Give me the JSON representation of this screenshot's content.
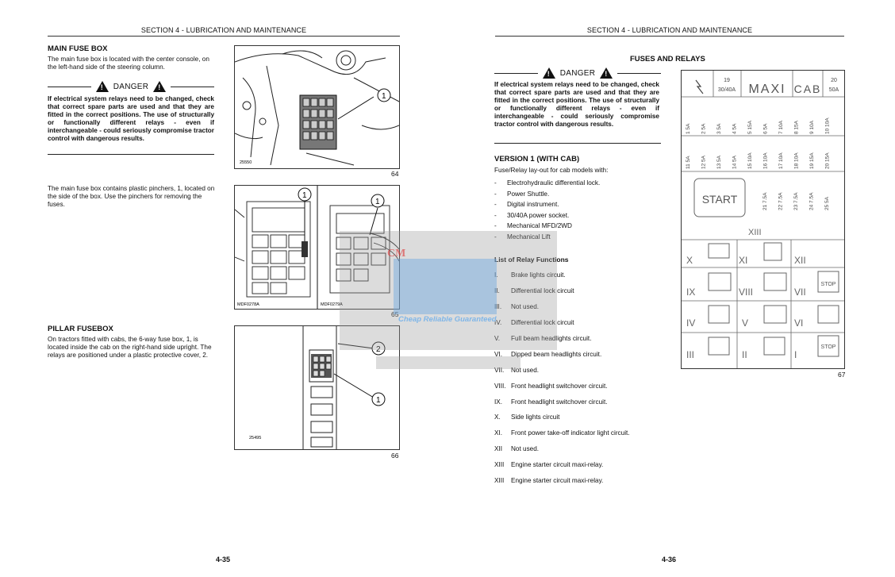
{
  "left_page": {
    "header": "SECTION 4 - LUBRICATION AND MAINTENANCE",
    "main_fuse_box": {
      "title": "MAIN FUSE BOX",
      "body": "The main fuse box is located with the center console, on the left-hand side of the steering column."
    },
    "danger": {
      "label": "DANGER",
      "text": "If electrical system relays need to be changed, check that correct spare parts are used and that they are fitted in the correct positions. The use of structurally or functionally different relays - even if interchangeable - could seriously compromise tractor control with dangerous results."
    },
    "pinchers_text": "The main fuse box contains plastic pinchers, 1, located on the side of the box. Use the pinchers for removing the fuses.",
    "pillar_fusebox": {
      "title": "PILLAR FUSEBOX",
      "body": "On tractors fitted with cabs, the 6-way fuse box, 1, is located inside the cab on the right-hand side upright. The relays are positioned under a plastic protective cover, 2."
    },
    "fig64": {
      "number": "64",
      "code": "25550",
      "callout": "1"
    },
    "fig65": {
      "number": "65",
      "code_a": "MDF0278A",
      "code_b": "MDF0279A",
      "callout_a": "1",
      "callout_b": "1"
    },
    "fig66": {
      "number": "66",
      "code": "25495",
      "callout_1": "1",
      "callout_2": "2"
    },
    "page_number": "4-35"
  },
  "right_page": {
    "header": "SECTION 4 - LUBRICATION AND MAINTENANCE",
    "title": "FUSES AND RELAYS",
    "danger": {
      "label": "DANGER",
      "text": "If electrical system relays need to be changed, check that correct spare parts are used and that they are fitted in the correct positions. The use of structurally or functionally different relays - even if interchangeable - could seriously compromise tractor control with dangerous results."
    },
    "version1": {
      "title": "VERSION 1 (WITH CAB)",
      "intro": "Fuse/Relay lay-out for cab models with:",
      "items": [
        "Electrohydraulic differential lock.",
        "Power Shuttle.",
        "Digital instrument.",
        "30/40A power socket.",
        "Mechanical MFD/2WD",
        "Mechanical Lift"
      ]
    },
    "relay_list": {
      "title": "List of Relay Functions",
      "items": [
        {
          "num": "I.",
          "text": "Brake lights circuit."
        },
        {
          "num": "II.",
          "text": "Differential lock circuit"
        },
        {
          "num": "III.",
          "text": "Not used."
        },
        {
          "num": "IV.",
          "text": "Differential lock circuit"
        },
        {
          "num": "V.",
          "text": "Full beam headlights circuit."
        },
        {
          "num": "VI.",
          "text": "Dipped beam headlights circuit."
        },
        {
          "num": "VII.",
          "text": "Not used."
        },
        {
          "num": "VIII.",
          "text": "Front headlight switchover circuit."
        },
        {
          "num": "IX.",
          "text": "Front headlight switchover circuit."
        },
        {
          "num": "X.",
          "text": "Side lights circuit"
        },
        {
          "num": "XI.",
          "text": "Front power take-off indicator light circuit."
        },
        {
          "num": "XII",
          "text": "Not used."
        },
        {
          "num": "XIII",
          "text": "Engine starter circuit maxi-relay."
        },
        {
          "num": "XIII",
          "text": "Engine starter circuit maxi-relay."
        }
      ]
    },
    "fuse_diagram": {
      "maxi_label": "MAXI",
      "cab_label": "CAB",
      "fuse19_num": "19",
      "fuse19_rating": "30/40A",
      "fuse20_num": "20",
      "fuse20_rating": "50A",
      "start_label": "START",
      "relay_xiii": "XIII",
      "relay_x": "X",
      "relay_xi": "XI",
      "relay_xii": "XII",
      "relay_ix": "IX",
      "relay_viii": "VIII",
      "relay_vii": "VII",
      "relay_iv": "IV",
      "relay_v": "V",
      "relay_vi": "VI",
      "relay_iii": "III",
      "relay_ii": "II",
      "relay_i": "I",
      "stop_label": "STOP",
      "row1_fuses": [
        [
          "1",
          "5A"
        ],
        [
          "2",
          "5A"
        ],
        [
          "3",
          "5A"
        ],
        [
          "4",
          "5A"
        ],
        [
          "5",
          "15A"
        ],
        [
          "6",
          "5A"
        ],
        [
          "7",
          "10A"
        ],
        [
          "8",
          "15A"
        ],
        [
          "9",
          "10A"
        ],
        [
          "10",
          "10A"
        ]
      ],
      "row2_fuses": [
        [
          "11",
          "5A"
        ],
        [
          "12",
          "5A"
        ],
        [
          "13",
          "5A"
        ],
        [
          "14",
          "5A"
        ],
        [
          "15",
          "10A"
        ],
        [
          "16",
          "10A"
        ],
        [
          "17",
          "10A"
        ],
        [
          "18",
          "10A"
        ],
        [
          "19",
          "15A"
        ],
        [
          "20",
          "15A"
        ]
      ],
      "row3_fuses": [
        [
          "21",
          "7.5A"
        ],
        [
          "22",
          "7.5A"
        ],
        [
          "23",
          "7.5A"
        ],
        [
          "24",
          "7.5A"
        ],
        [
          "25",
          "5A"
        ]
      ]
    },
    "figure_number": "67",
    "page_number": "4-36"
  },
  "watermark": {
    "text": "Cheap Reliable Guaranteed",
    "letters": "CM"
  }
}
